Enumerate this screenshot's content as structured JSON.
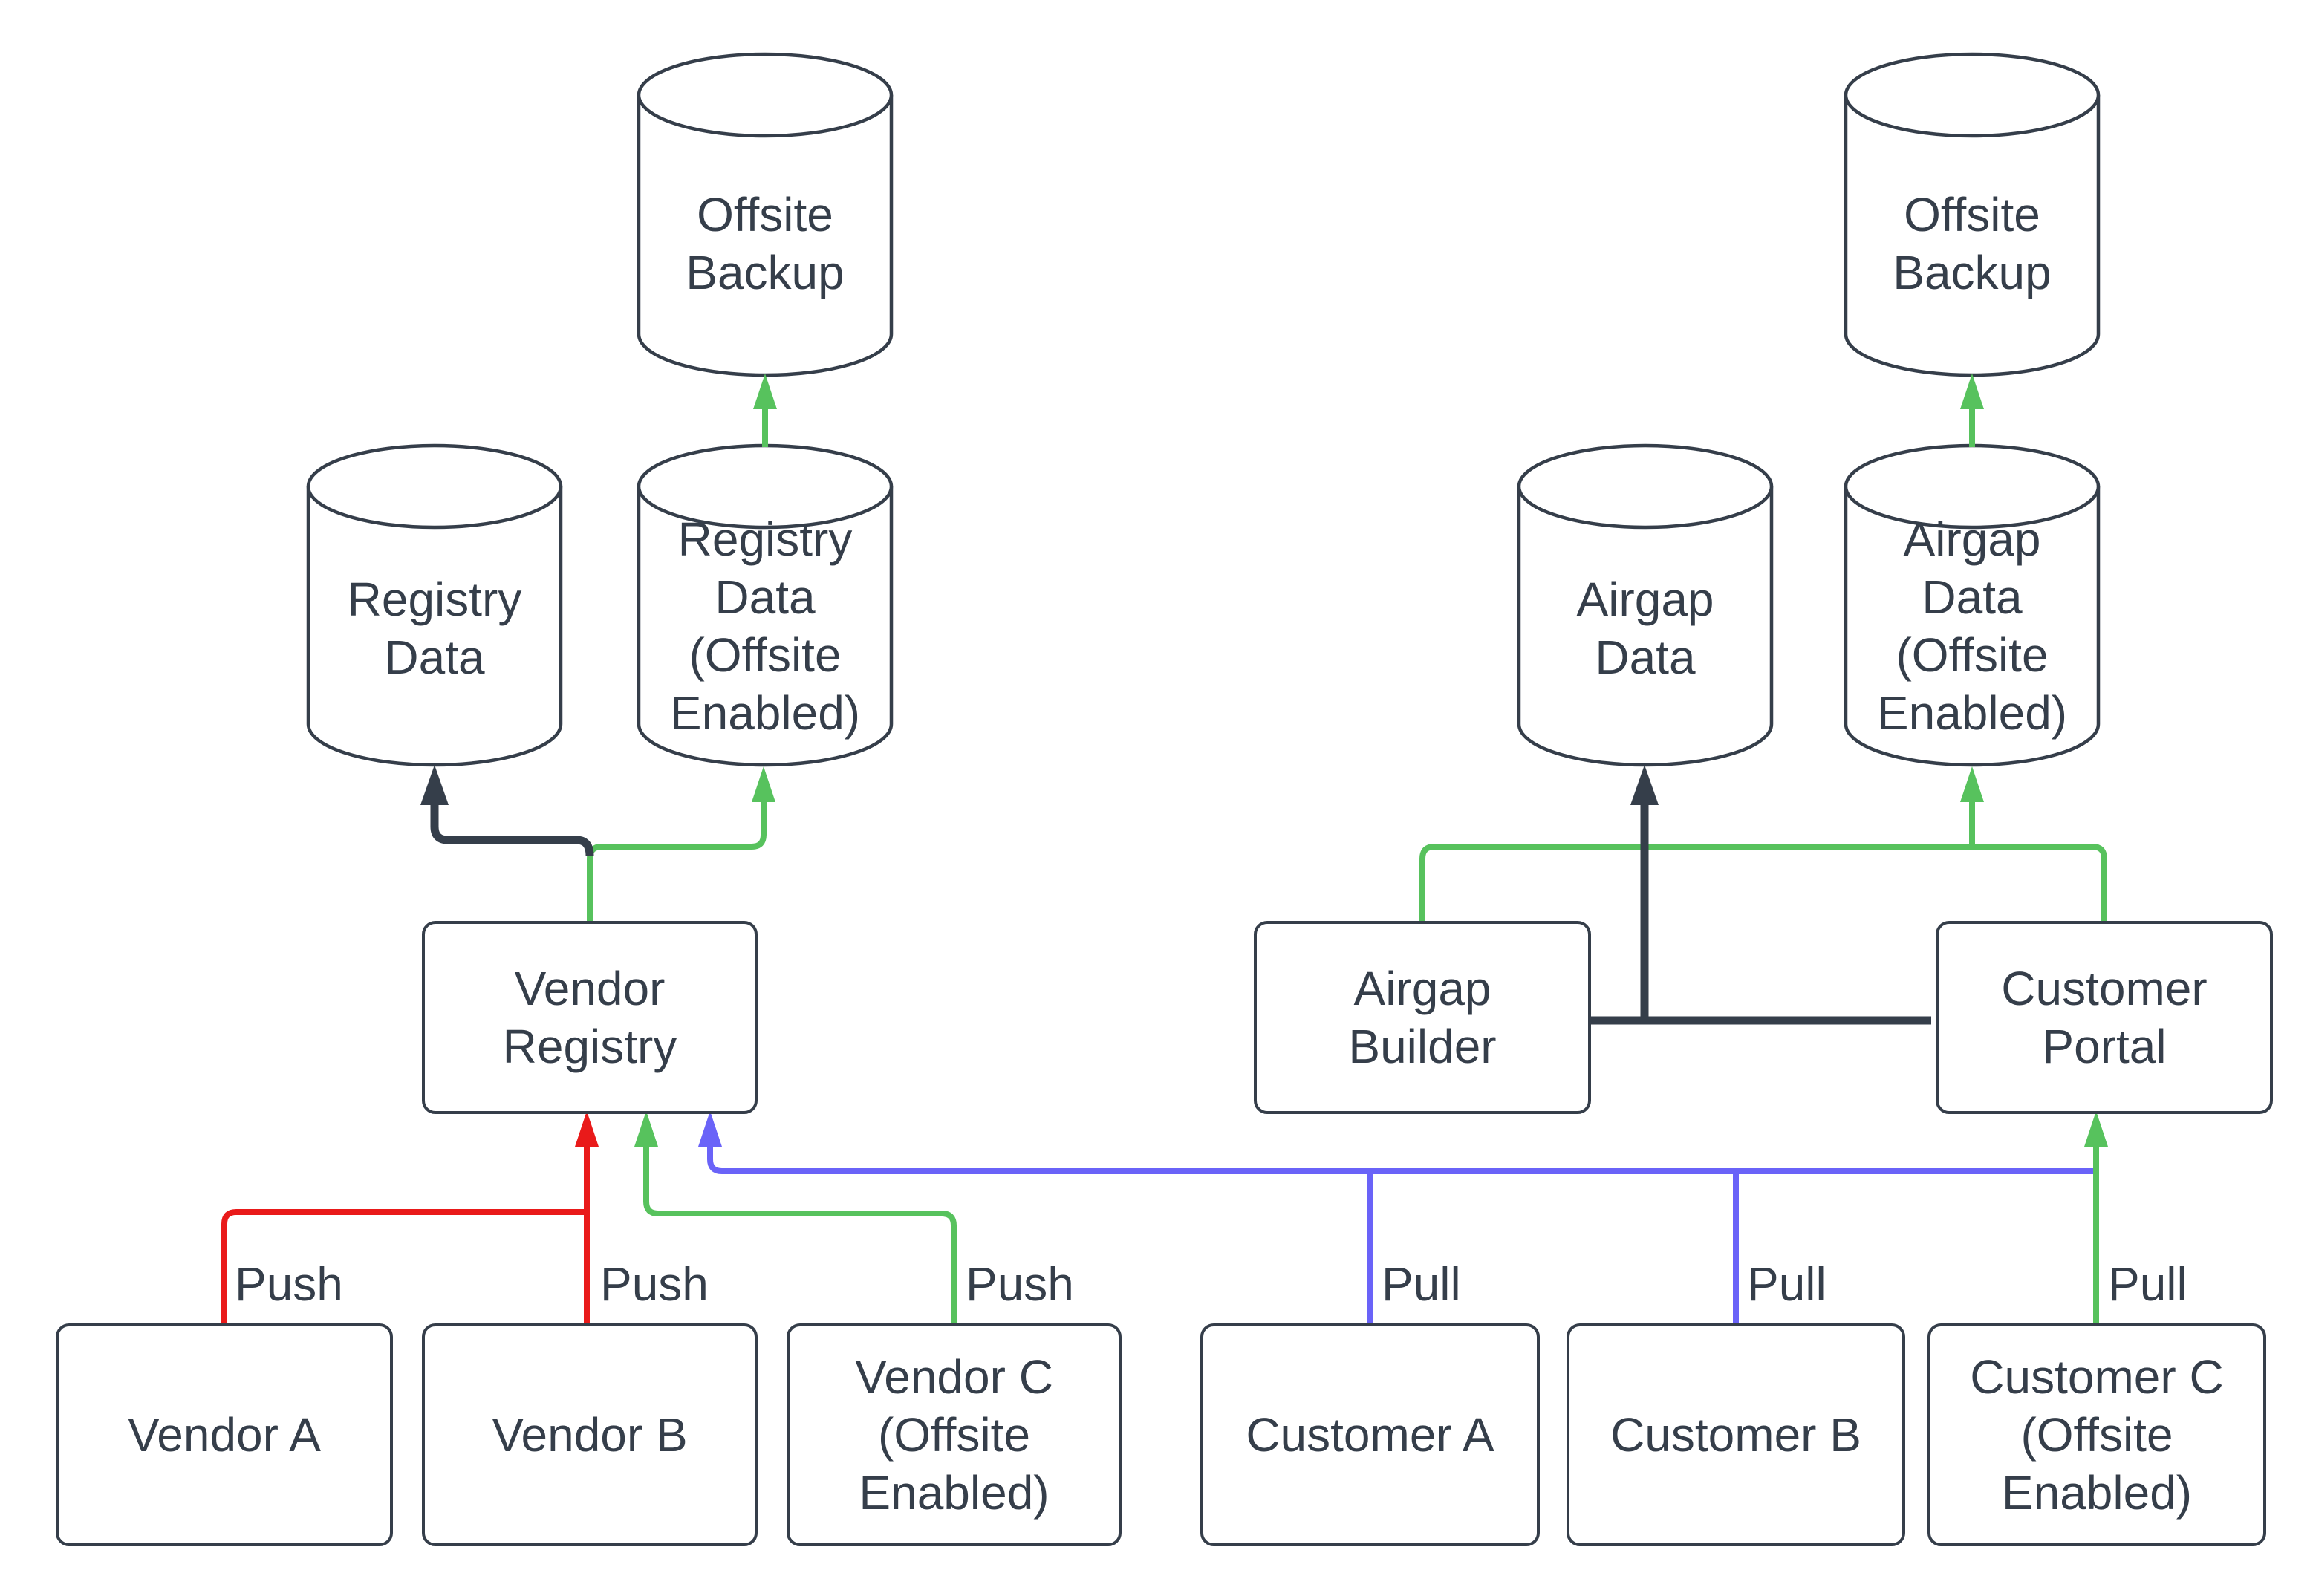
{
  "colors": {
    "dark": "#353E4A",
    "red": "#E91A1A",
    "green": "#57C25D",
    "blue": "#6A63F8",
    "background": "#FFFFFF"
  },
  "nodes": {
    "offsite_backup_left": {
      "label": "Offsite\nBackup",
      "shape": "cylinder"
    },
    "registry_data": {
      "label": "Registry\nData",
      "shape": "cylinder"
    },
    "registry_data_offsite": {
      "label": "Registry\nData\n(Offsite\nEnabled)",
      "shape": "cylinder"
    },
    "vendor_registry": {
      "label": "Vendor\nRegistry",
      "shape": "rectangle"
    },
    "vendor_a": {
      "label": "Vendor A",
      "shape": "rectangle"
    },
    "vendor_b": {
      "label": "Vendor B",
      "shape": "rectangle"
    },
    "vendor_c": {
      "label": "Vendor C\n(Offsite\nEnabled)",
      "shape": "rectangle"
    },
    "offsite_backup_right": {
      "label": "Offsite\nBackup",
      "shape": "cylinder"
    },
    "airgap_data": {
      "label": "Airgap\nData",
      "shape": "cylinder"
    },
    "airgap_data_offsite": {
      "label": "Airgap\nData\n(Offsite\nEnabled)",
      "shape": "cylinder"
    },
    "airgap_builder": {
      "label": "Airgap\nBuilder",
      "shape": "rectangle"
    },
    "customer_portal": {
      "label": "Customer\nPortal",
      "shape": "rectangle"
    },
    "customer_a": {
      "label": "Customer A",
      "shape": "rectangle"
    },
    "customer_b": {
      "label": "Customer B",
      "shape": "rectangle"
    },
    "customer_c": {
      "label": "Customer C\n(Offsite\nEnabled)",
      "shape": "rectangle"
    }
  },
  "edge_labels": {
    "vendor_a_push": "Push",
    "vendor_b_push": "Push",
    "vendor_c_push": "Push",
    "customer_a_pull": "Pull",
    "customer_b_pull": "Pull",
    "customer_c_pull": "Pull"
  }
}
